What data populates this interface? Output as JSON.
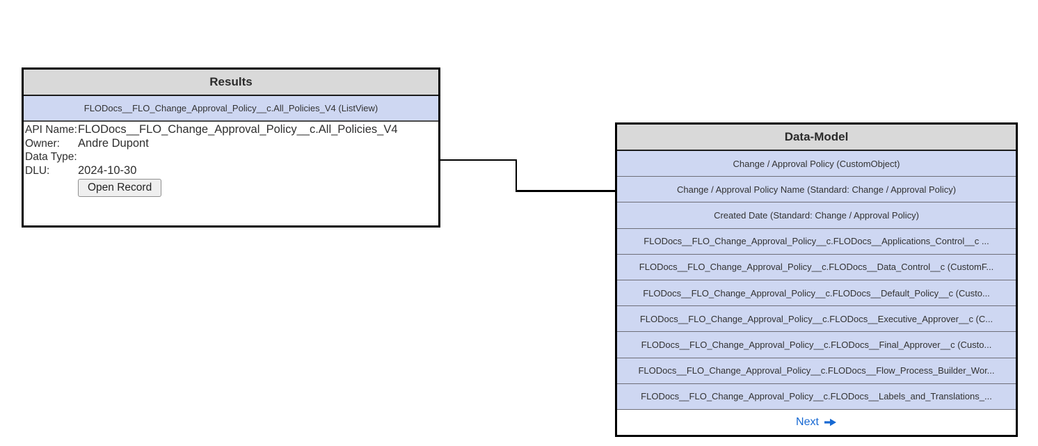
{
  "colors": {
    "header_bg": "#d9d9d9",
    "row_bg": "#ced7f2",
    "outer_border": "#000000",
    "row_divider": "#6e6e78",
    "link_blue": "#1668d2",
    "text": "#2e2e2e"
  },
  "results_panel": {
    "title": "Results",
    "subheader": "FLODocs__FLO_Change_Approval_Policy__c.All_Policies_V4 (ListView)",
    "fields": [
      {
        "label": "API Name:",
        "value": "FLODocs__FLO_Change_Approval_Policy__c.All_Policies_V4"
      },
      {
        "label": "Owner:",
        "value": "Andre Dupont"
      },
      {
        "label": "Data Type:",
        "value": ""
      },
      {
        "label": "DLU:",
        "value": "2024-10-30"
      }
    ],
    "open_record_label": "Open Record"
  },
  "data_model_panel": {
    "title": "Data-Model",
    "rows": [
      "Change / Approval Policy (CustomObject)",
      "Change / Approval Policy Name (Standard: Change / Approval Policy)",
      "Created Date (Standard: Change / Approval Policy)",
      "FLODocs__FLO_Change_Approval_Policy__c.FLODocs__Applications_Control__c ...",
      "FLODocs__FLO_Change_Approval_Policy__c.FLODocs__Data_Control__c (CustomF...",
      "FLODocs__FLO_Change_Approval_Policy__c.FLODocs__Default_Policy__c (Custo...",
      "FLODocs__FLO_Change_Approval_Policy__c.FLODocs__Executive_Approver__c (C...",
      "FLODocs__FLO_Change_Approval_Policy__c.FLODocs__Final_Approver__c (Custo...",
      "FLODocs__FLO_Change_Approval_Policy__c.FLODocs__Flow_Process_Builder_Wor...",
      "FLODocs__FLO_Change_Approval_Policy__c.FLODocs__Labels_and_Translations_..."
    ],
    "next_label": "Next"
  }
}
